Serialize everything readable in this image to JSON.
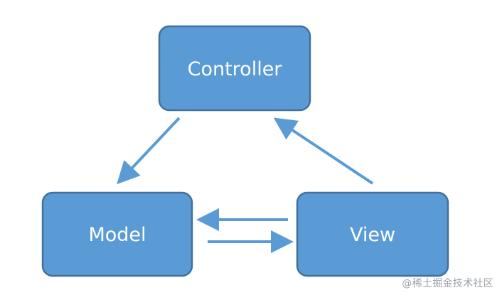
{
  "diagram": {
    "nodes": {
      "controller": {
        "label": "Controller"
      },
      "model": {
        "label": "Model"
      },
      "view": {
        "label": "View"
      }
    },
    "edges": [
      {
        "from": "Controller",
        "to": "Model"
      },
      {
        "from": "View",
        "to": "Controller"
      },
      {
        "from": "View",
        "to": "Model"
      },
      {
        "from": "Model",
        "to": "View"
      }
    ],
    "colors": {
      "node_fill": "#5b9bd5",
      "node_stroke": "#41719c",
      "arrow": "#5b9bd5",
      "label": "#ffffff"
    }
  },
  "watermark": "@稀土掘金技术社区"
}
